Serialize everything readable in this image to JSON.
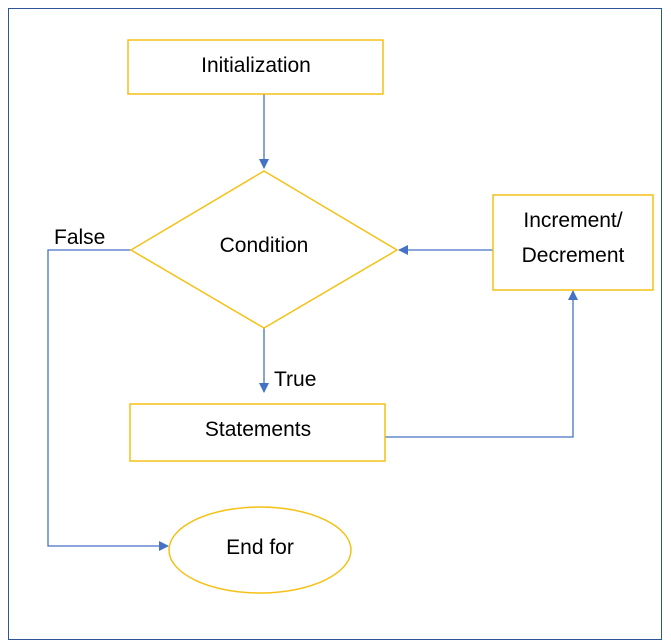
{
  "colors": {
    "frame": "#2E5597",
    "shape_stroke": "#F5C116",
    "connector": "#4472C4",
    "text": "#000000"
  },
  "nodes": {
    "initialization": {
      "shape": "rectangle",
      "label": "Initialization"
    },
    "condition": {
      "shape": "diamond",
      "label": "Condition"
    },
    "increment": {
      "shape": "rectangle",
      "line1": "Increment/",
      "line2": "Decrement"
    },
    "statements": {
      "shape": "rectangle",
      "label": "Statements"
    },
    "end": {
      "shape": "ellipse",
      "label": "End for"
    }
  },
  "edges": {
    "false_label": "False",
    "true_label": "True"
  }
}
